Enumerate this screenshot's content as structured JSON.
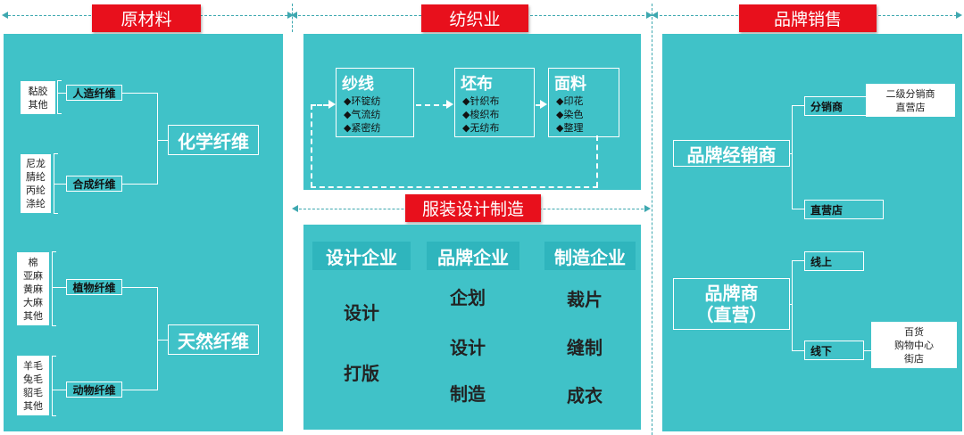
{
  "sections": {
    "raw_materials": "原材料",
    "textile": "纺织业",
    "garment": "服装设计制造",
    "brand_sales": "品牌销售"
  },
  "raw": {
    "chemical": "化学纤维",
    "natural": "天然纤维",
    "subs": [
      {
        "label": "人造纤维",
        "items": [
          "黏胶",
          "其他"
        ]
      },
      {
        "label": "合成纤维",
        "items": [
          "尼龙",
          "腈纶",
          "丙纶",
          "涤纶"
        ]
      },
      {
        "label": "植物纤维",
        "items": [
          "棉",
          "亚麻",
          "黄麻",
          "大麻",
          "其他"
        ]
      },
      {
        "label": "动物纤维",
        "items": [
          "羊毛",
          "兔毛",
          "貂毛",
          "其他"
        ]
      }
    ]
  },
  "textile": {
    "steps": [
      {
        "title": "纱线",
        "items": [
          "◆环锭纺",
          "◆气流纺",
          "◆紧密纺"
        ]
      },
      {
        "title": "坯布",
        "items": [
          "◆针织布",
          "◆梭织布",
          "◆无纺布"
        ]
      },
      {
        "title": "面料",
        "items": [
          "◆印花",
          "◆染色",
          "◆整理"
        ]
      }
    ]
  },
  "garment": {
    "columns": [
      {
        "title": "设计企业",
        "items": [
          "设计",
          "打版"
        ]
      },
      {
        "title": "品牌企业",
        "items": [
          "企划",
          "设计",
          "制造"
        ]
      },
      {
        "title": "制造企业",
        "items": [
          "裁片",
          "缝制",
          "成衣"
        ]
      }
    ]
  },
  "brand": {
    "dealer": "品牌经销商",
    "distributor": "分销商",
    "distributor_items": [
      "二级分销商",
      "直营店"
    ],
    "direct_store": "直营店",
    "brand_owner_line1": "品牌商",
    "brand_owner_line2": "（直营）",
    "online": "线上",
    "offline": "线下",
    "offline_items": [
      "百货",
      "购物中心",
      "街店"
    ]
  }
}
